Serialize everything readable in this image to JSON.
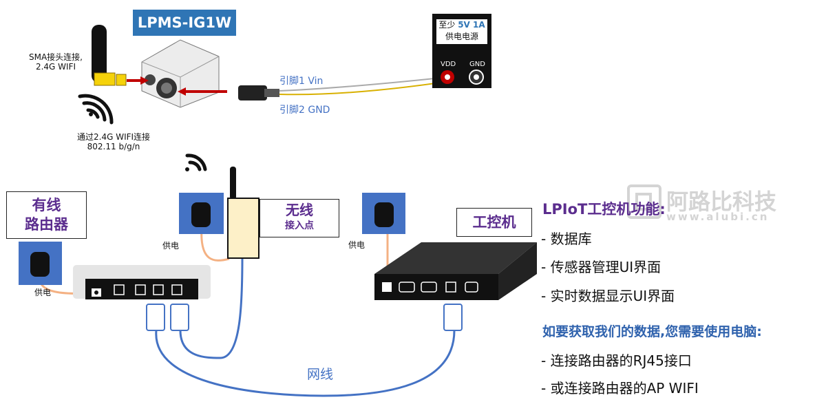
{
  "device": {
    "title": "LPMS-IG1W",
    "sma_label_line1": "SMA接头连接,",
    "sma_label_line2": "2.4G WIFI",
    "wifi_label_line1": "通过2.4G WIFI连接",
    "wifi_label_line2": "802.11 b/g/n"
  },
  "cable": {
    "pin1": "引脚1 Vin",
    "pin2": "引脚2 GND"
  },
  "power_supply": {
    "line1_prefix": "至少 ",
    "line1_value": "5V 1A",
    "line2": "供电电源",
    "vdd": "VDD",
    "gnd": "GND"
  },
  "network": {
    "router_line1": "有线",
    "router_line2": "路由器",
    "ap_line1": "无线",
    "ap_line2": "接入点",
    "ipc_label": "工控机",
    "power_label": "供电",
    "cable_label": "网线"
  },
  "features": {
    "title": "LPIoT工控机功能:",
    "items": [
      "- 数据库",
      "- 传感器管理UI界面",
      "- 实时数据显示UI界面"
    ]
  },
  "requirements": {
    "title": "如要获取我们的数据,您需要使用电脑:",
    "items": [
      "- 连接路由器的RJ45接口",
      "- 或连接路由器的AP WIFI"
    ]
  },
  "watermark": {
    "name": "阿路比科技",
    "url": "www.alubi.cn"
  },
  "colors": {
    "title_blue": "#2f75b5",
    "purple": "#5b2d8e",
    "cable_blue": "#4472c4",
    "arrow_red": "#c00000",
    "power_cable": "#f4b183"
  }
}
